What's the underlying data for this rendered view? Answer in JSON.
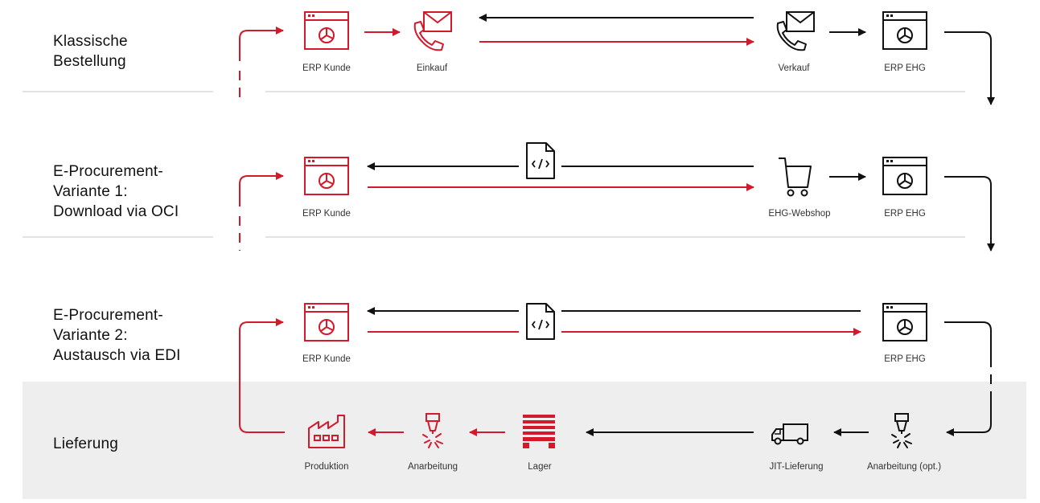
{
  "colors": {
    "red": "#d3192c",
    "black": "#111111",
    "band": "#eeeeee",
    "divider": "#e2e2e2"
  },
  "rows": {
    "classic": {
      "title": "Klassische\nBestellung"
    },
    "oci": {
      "title": "E-Procurement-\nVariante 1:\nDownload via OCI"
    },
    "edi": {
      "title": "E-Procurement-\nVariante 2:\nAustausch via EDI"
    },
    "delivery": {
      "title": "Lieferung"
    }
  },
  "nodes": {
    "erp_kunde": "ERP Kunde",
    "einkauf": "Einkauf",
    "verkauf": "Verkauf",
    "erp_ehg": "ERP EHG",
    "webshop": "EHG-Webshop",
    "produktion": "Produktion",
    "anarbeitung": "Anarbeitung",
    "lager": "Lager",
    "jit": "JIT-Lieferung",
    "anarbeitung_opt": "Anarbeitung (opt.)"
  },
  "icons": {
    "erp": "erp-window-chart-icon",
    "phone_mail": "phone-mail-icon",
    "code_file": "code-file-icon",
    "cart": "shopping-cart-icon",
    "factory": "factory-icon",
    "cutting": "cutting-tool-icon",
    "warehouse": "warehouse-stack-icon",
    "truck": "delivery-truck-icon"
  }
}
